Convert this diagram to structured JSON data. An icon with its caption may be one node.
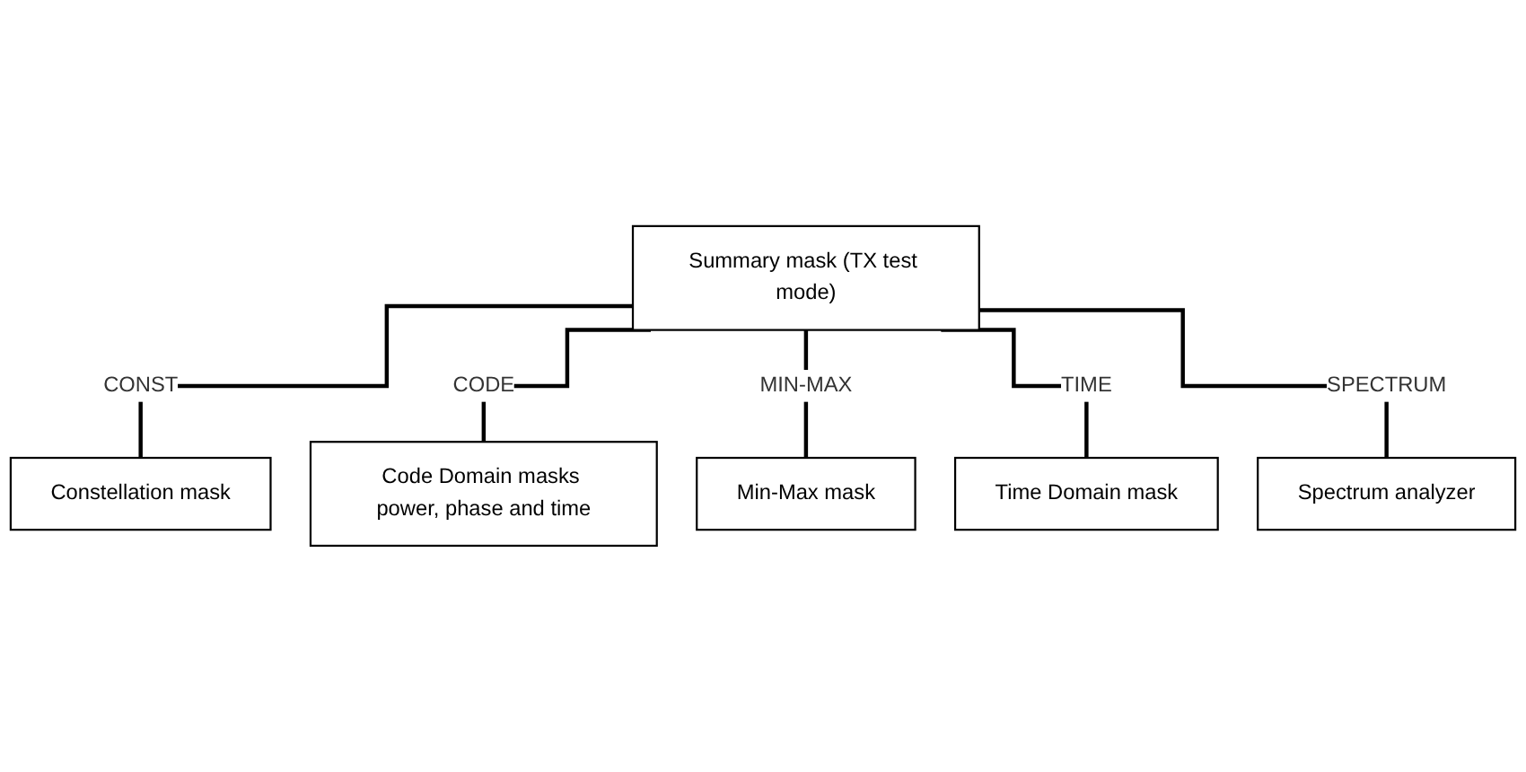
{
  "diagram": {
    "nodes": [
      {
        "text": [
          "Summary mask (TX test mode)"
        ]
      },
      {
        "text": [
          "Constellation mask"
        ],
        "beside": [
          "CONST"
        ]
      },
      {
        "text": [
          "Code Domain masks power, phase and time"
        ],
        "beside": [
          "CODE"
        ]
      },
      {
        "text": [
          "Min-Max mask"
        ],
        "beside": [
          "MIN-MAX"
        ]
      },
      {
        "text": [
          "Time Domain mask"
        ],
        "beside": [
          "TIME"
        ]
      },
      {
        "text": [
          "Spectrum analyzer"
        ],
        "beside": [
          "SPECTRUM"
        ]
      }
    ],
    "edges": [
      {
        "from": 0,
        "to": 1,
        "arrow": "none"
      },
      {
        "from": 0,
        "to": 2,
        "arrow": "none"
      },
      {
        "from": 0,
        "to": 3,
        "arrow": "none"
      },
      {
        "from": 0,
        "to": 4,
        "arrow": "none"
      },
      {
        "from": 0,
        "to": 5,
        "arrow": "none"
      }
    ]
  }
}
